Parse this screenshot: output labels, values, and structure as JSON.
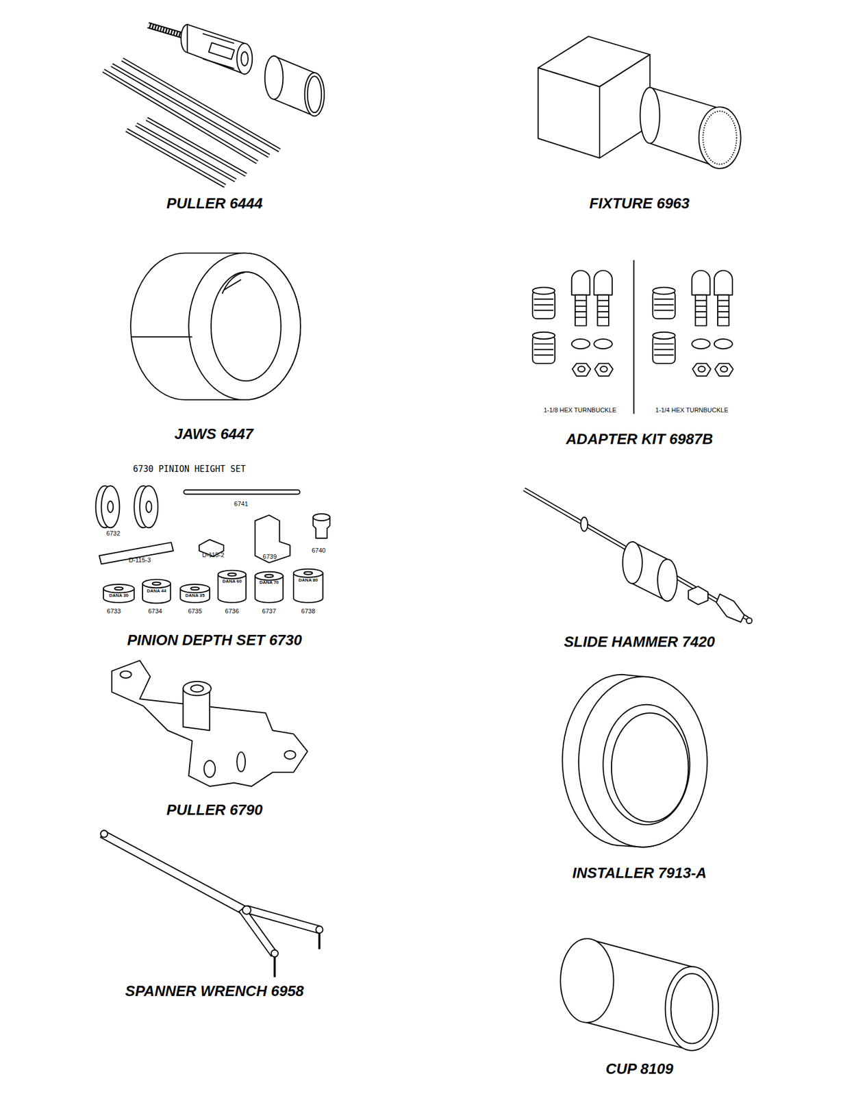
{
  "diagram": {
    "labels": [
      "PULLER 6444",
      "FIXTURE 6963",
      "JAWS 6447",
      "ADAPTER KIT 6987B",
      "1-1/8 HEX TURNBUCKLE",
      "1-1/4 HEX TURNBUCKLE",
      "6730 PINION HEIGHT SET",
      "6741",
      "6732",
      "D-115-2",
      "6739",
      "6740",
      "D-115-3",
      "DANA 30",
      "DANA 44",
      "DANA 35",
      "DANA 60",
      "DANA 70",
      "DANA 80",
      "6733",
      "6734",
      "6735",
      "6736",
      "6737",
      "6738",
      "PINION DEPTH SET 6730",
      "SLIDE HAMMER 7420",
      "PULLER 6790",
      "INSTALLER 7913-A",
      "SPANNER WRENCH 6958",
      "CUP 8109"
    ]
  }
}
